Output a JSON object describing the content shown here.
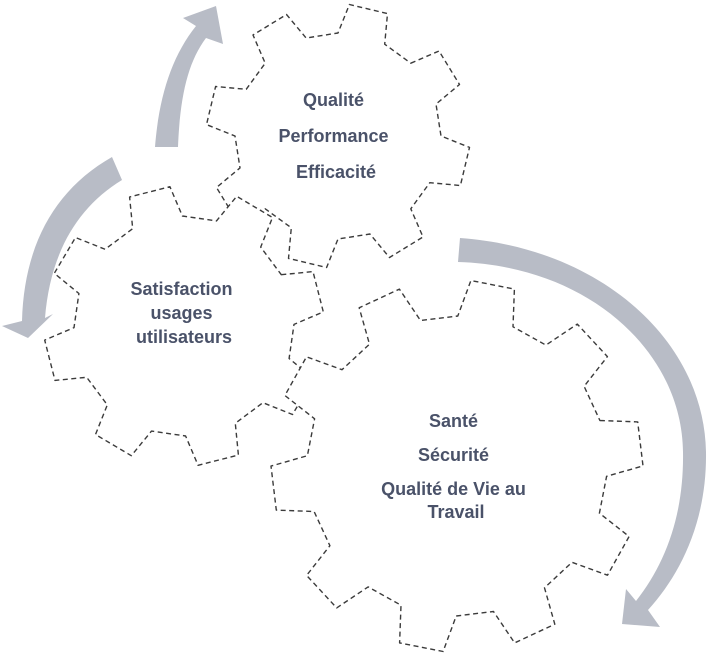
{
  "colors": {
    "arrow": "#b8bcc6",
    "gear_stroke": "#3b3b3b",
    "label_text": "#4a5269",
    "background": "#ffffff"
  },
  "gears": [
    {
      "id": "quality",
      "lines": [
        "Qualité",
        "Performance",
        "Efficacité"
      ]
    },
    {
      "id": "satisfaction",
      "lines": [
        "Satisfaction",
        "usages",
        "utilisateurs"
      ]
    },
    {
      "id": "health",
      "lines": [
        "Santé",
        "Sécurité",
        "Qualité de Vie au",
        "Travail"
      ]
    }
  ]
}
